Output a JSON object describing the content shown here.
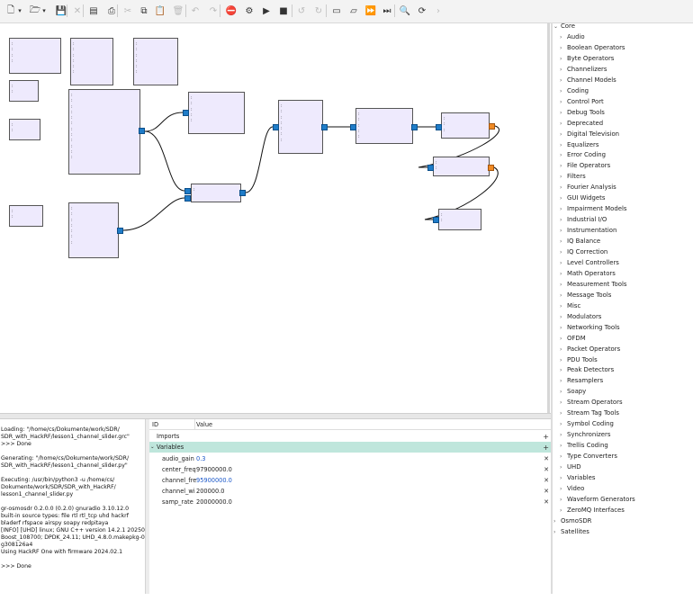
{
  "toolbar": {
    "icons": [
      "new-icon",
      "dropdown-icon",
      "open-icon",
      "dropdown-icon",
      "save-icon",
      "close-icon",
      "screenshot-icon",
      "print-icon",
      "cut-icon",
      "copy-icon",
      "paste-icon",
      "delete-icon",
      "undo-icon",
      "redo-icon",
      "stop-error-icon",
      "generate-icon",
      "execute-icon",
      "kill-icon",
      "rotate-ccw-icon",
      "rotate-cw-icon",
      "enable-icon",
      "disable-icon",
      "bypass-icon",
      "skip-icon",
      "find-icon",
      "reload-icon",
      "more-icon"
    ]
  },
  "canvas": {
    "blocks": [
      {
        "id": "options",
        "title": "Options",
        "params": [
          [
            "ID",
            "lesson1_channel_slider"
          ],
          [
            "Title",
            "FM Channel Volume"
          ],
          [
            "Output Language",
            "Python"
          ],
          [
            "Generate Options",
            "QT GUI"
          ]
        ]
      },
      {
        "id": "qt-range-1",
        "title": "QT GUI Range",
        "params": [
          [
            "ID",
            "audio_gain"
          ],
          [
            "Label",
            "Volume"
          ],
          [
            "Default Value",
            "300m"
          ],
          [
            "Start",
            "0"
          ],
          [
            "Stop",
            "2"
          ],
          [
            "Step",
            "10m"
          ]
        ]
      },
      {
        "id": "qt-range-2",
        "title": "QT GUI Range",
        "params": [
          [
            "ID",
            "channel_freq"
          ],
          [
            "Label",
            "Channel"
          ],
          [
            "Default Value",
            "95.9M"
          ],
          [
            "Start",
            "87.9M"
          ],
          [
            "Stop",
            "107.9M"
          ],
          [
            "Step",
            "10k"
          ]
        ]
      },
      {
        "id": "var-samp",
        "title": "Variable",
        "params": [
          [
            "ID",
            "samp_rate"
          ],
          [
            "Value",
            "20M"
          ]
        ]
      },
      {
        "id": "var-center",
        "title": "Variable",
        "params": [
          [
            "ID",
            "center_freq"
          ],
          [
            "Value",
            "97.9M"
          ]
        ]
      },
      {
        "id": "var-width",
        "title": "Variable",
        "params": [
          [
            "ID",
            "channel_width"
          ],
          [
            "Value",
            "200k"
          ]
        ]
      },
      {
        "id": "osmocom",
        "title": "osmocom Source",
        "params": [
          [
            "ID",
            "osmosdr_source_0"
          ],
          [
            "Sync",
            "Unknown PPS"
          ],
          [
            "Number Channels",
            "1"
          ],
          [
            "Sample Rate (sps)",
            "20M"
          ],
          [
            "Ch0: Frequency (Hz)",
            "95.9M"
          ],
          [
            "Ch0: Frequency Correction (ppm)",
            "0"
          ],
          [
            "Ch0: DC Offset Mode",
            "0"
          ],
          [
            "Ch0: IQ Balance Mode",
            "0"
          ],
          [
            "Ch0: Gain Mode",
            "False"
          ],
          [
            "Ch0: RF Gain (dB)",
            "0"
          ],
          [
            "Ch0: IF Gain (dB)",
            "20"
          ],
          [
            "Ch0: BB Gain (dB)",
            "20"
          ]
        ]
      },
      {
        "id": "signal",
        "title": "Signal Source",
        "params": [
          [
            "ID",
            "analog_sig_source_x_0"
          ],
          [
            "Sample Rate",
            "20M"
          ],
          [
            "Waveform",
            "Cosine"
          ],
          [
            "Frequency",
            "2M"
          ],
          [
            "Amplitude",
            "1"
          ],
          [
            "Offset",
            "0"
          ],
          [
            "Initial Phase (Radians)",
            "0"
          ]
        ]
      },
      {
        "id": "freqsink",
        "title": "QT GUI Frequency Sink",
        "params": [
          [
            "ID",
            "qtgui_freq_sink_x_0"
          ],
          [
            "Name",
            "FFT Plot"
          ],
          [
            "FFT Size",
            "1024"
          ],
          [
            "Center Frequency (Hz)",
            "97.9M"
          ],
          [
            "Bandwidth (Hz)",
            "20M"
          ]
        ]
      },
      {
        "id": "multiply",
        "title": "Multiply",
        "params": [
          [
            "ID",
            "blocks_multiply_xx_0"
          ]
        ]
      },
      {
        "id": "lpf",
        "title": "Low Pass Filter",
        "params": [
          [
            "ID",
            "low_pass_filter_0"
          ],
          [
            "Decimation",
            "100"
          ],
          [
            "Gain",
            "1"
          ],
          [
            "Sample Rate",
            "20M"
          ],
          [
            "Cutoff Freq",
            "75k"
          ],
          [
            "Transition Width",
            "25k"
          ],
          [
            "Window",
            "Hamming"
          ]
        ]
      },
      {
        "id": "resampler",
        "title": "Rational Resampler",
        "params": [
          [
            "ID",
            "rational_resampler_xxx_0"
          ],
          [
            "Interpolation",
            "12"
          ],
          [
            "Decimation",
            "5"
          ],
          [
            "Taps",
            ""
          ],
          [
            "Fractional BW",
            "0"
          ]
        ]
      },
      {
        "id": "wbfm",
        "title": "WBFM Receive",
        "params": [
          [
            "ID",
            "analog_wfm_rcv_0"
          ],
          [
            "Quadrature Rate",
            "480k"
          ],
          [
            "Audio Decimation",
            "10"
          ]
        ]
      },
      {
        "id": "multconst",
        "title": "Multiply Const",
        "params": [
          [
            "ID",
            "blocks_mu...y_const_xx_0"
          ],
          [
            "Constant",
            "300m"
          ]
        ]
      },
      {
        "id": "audiosink",
        "title": "Audio Sink",
        "params": [
          [
            "ID",
            "audio_sink_0"
          ],
          [
            "Sample Rate",
            "48 kHz"
          ]
        ]
      }
    ],
    "command_tag": "command"
  },
  "console": {
    "lines": [
      "Loading: \"/home/cs/Dokumente/work/SDR/",
      "SDR_with_HackRF/lesson1_channel_slider.grc\"",
      ">>> Done",
      "",
      "Generating: \"/home/cs/Dokumente/work/SDR/",
      "SDR_with_HackRF/lesson1_channel_slider.py\"",
      "",
      "Executing: /usr/bin/python3 -u /home/cs/",
      "Dokumente/work/SDR/SDR_with_HackRF/",
      "lesson1_channel_slider.py",
      "",
      "gr-osmosdr 0.2.0.0 (0.2.0) gnuradio 3.10.12.0",
      "built-in source types: file rtl rtl_tcp uhd hackrf",
      "bladerf rfspace airspy soapy redpitaya",
      "[INFO] [UHD] linux; GNU C++ version 14.2.1 20250207;",
      "Boost_108700; DPDK_24.11; UHD_4.8.0.makepkg-0-",
      "g308126a4",
      "Using HackRF One with firmware 2024.02.1",
      "",
      ">>> Done"
    ]
  },
  "variables": {
    "col_id": "ID",
    "col_value": "Value",
    "imports_label": "Imports",
    "variables_label": "Variables",
    "rows": [
      {
        "name": "audio_gain",
        "value": "0.3",
        "changed": true
      },
      {
        "name": "center_freq",
        "value": "97900000.0",
        "changed": false
      },
      {
        "name": "channel_fre",
        "value": "95900000.0",
        "changed": true
      },
      {
        "name": "channel_wi",
        "value": "200000.0",
        "changed": false
      },
      {
        "name": "samp_rate",
        "value": "20000000.0",
        "changed": false
      }
    ]
  },
  "tree": {
    "root": "Core",
    "items": [
      "Audio",
      "Boolean Operators",
      "Byte Operators",
      "Channelizers",
      "Channel Models",
      "Coding",
      "Control Port",
      "Debug Tools",
      "Deprecated",
      "Digital Television",
      "Equalizers",
      "Error Coding",
      "File Operators",
      "Filters",
      "Fourier Analysis",
      "GUI Widgets",
      "Impairment Models",
      "Industrial I/O",
      "Instrumentation",
      "IQ Balance",
      "IQ Correction",
      "Level Controllers",
      "Math Operators",
      "Measurement Tools",
      "Message Tools",
      "Misc",
      "Modulators",
      "Networking Tools",
      "OFDM",
      "Packet Operators",
      "PDU Tools",
      "Peak Detectors",
      "Resamplers",
      "Soapy",
      "Stream Operators",
      "Stream Tag Tools",
      "Symbol Coding",
      "Synchronizers",
      "Trellis Coding",
      "Type Converters",
      "UHD",
      "Variables",
      "Video",
      "Waveform Generators",
      "ZeroMQ Interfaces"
    ],
    "roots_after": [
      "OsmoSDR",
      "Satellites"
    ]
  },
  "colors": {
    "block_fill": "#eeeafd",
    "sink_port": "#1f7cc8",
    "source_port": "#f08a24",
    "selection_row": "#bfe6dc",
    "changed_value": "#1a57c9"
  }
}
